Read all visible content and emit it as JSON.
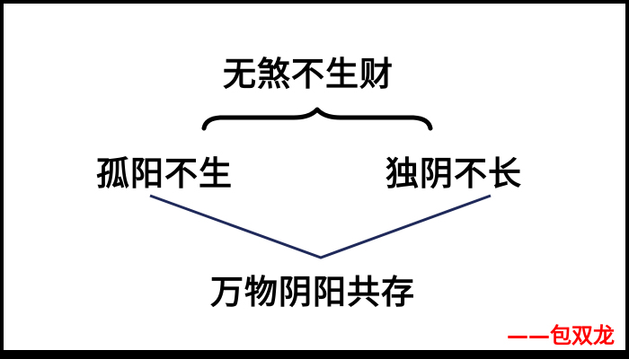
{
  "diagram": {
    "top": "无煞不生财",
    "left": "孤阳不生",
    "right": "独阴不长",
    "bottom": "万物阴阳共存",
    "signature": "——包双龙"
  },
  "colors": {
    "frame": "#000000",
    "background": "#ffffff",
    "text": "#000000",
    "connector": "#1f2a5a",
    "signature": "#ff0000"
  }
}
